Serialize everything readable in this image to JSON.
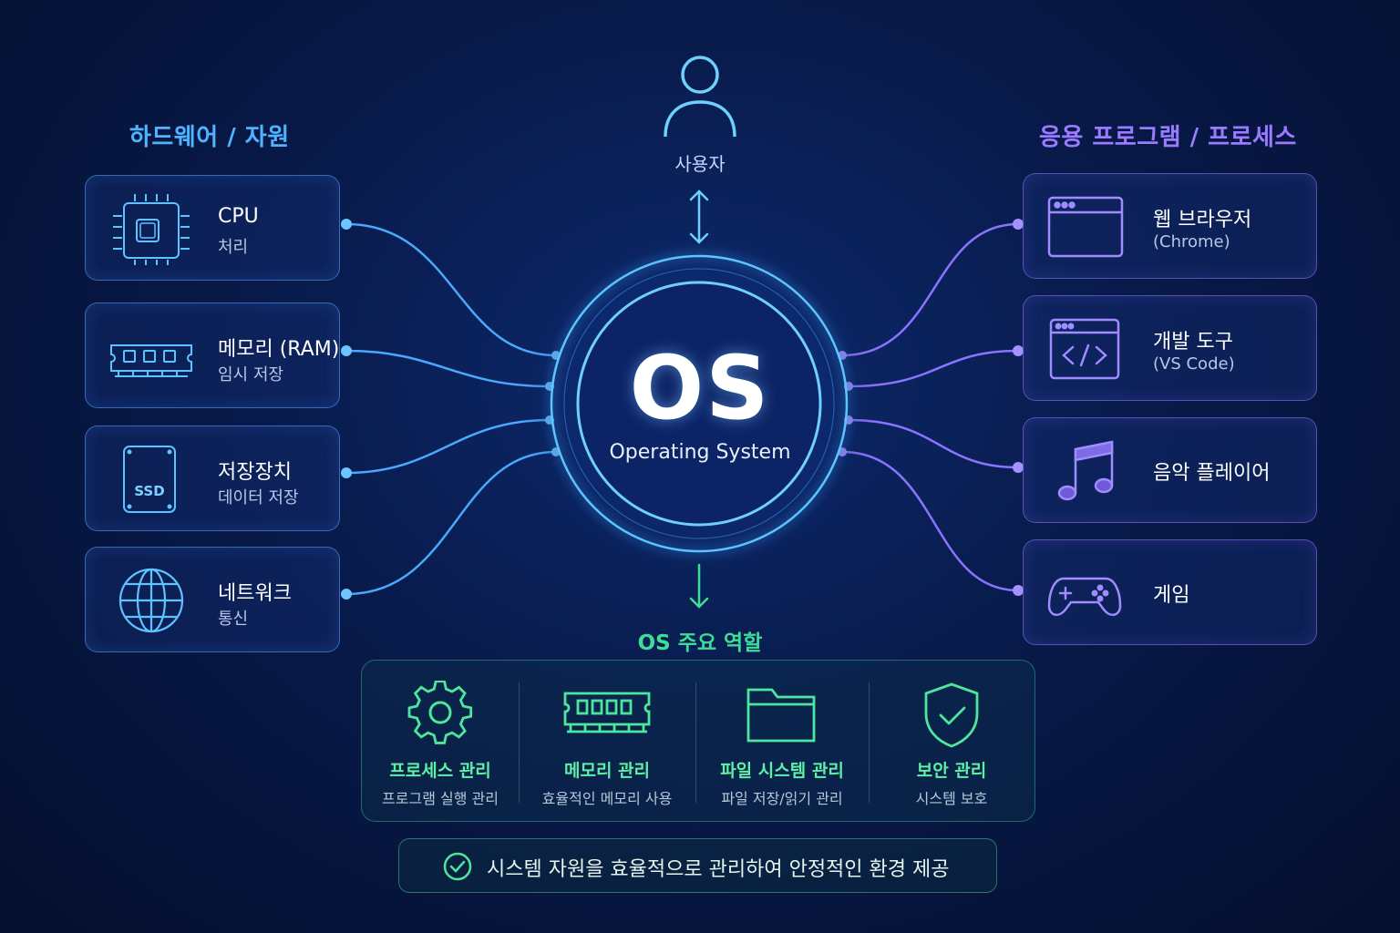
{
  "left_column": {
    "title": "하드웨어 / 자원",
    "items": [
      {
        "icon": "cpu-chip-icon",
        "title": "CPU",
        "subtitle": "처리"
      },
      {
        "icon": "memory-ram-icon",
        "title": "메모리 (RAM)",
        "subtitle": "임시 저장"
      },
      {
        "icon": "ssd-storage-icon",
        "title": "저장장치",
        "subtitle": "데이터 저장",
        "icon_text": "SSD"
      },
      {
        "icon": "globe-network-icon",
        "title": "네트워크",
        "subtitle": "통신"
      }
    ]
  },
  "right_column": {
    "title": "응용 프로그램 / 프로세스",
    "items": [
      {
        "icon": "browser-window-icon",
        "title": "웹 브라우저",
        "subtitle": "(Chrome)"
      },
      {
        "icon": "code-editor-icon",
        "title": "개발 도구",
        "subtitle": "(VS Code)"
      },
      {
        "icon": "music-note-icon",
        "title": "음악 플레이어",
        "subtitle": ""
      },
      {
        "icon": "gamepad-icon",
        "title": "게임",
        "subtitle": ""
      }
    ]
  },
  "user": {
    "icon": "user-icon",
    "label": "사용자"
  },
  "os": {
    "title": "OS",
    "subtitle": "Operating System"
  },
  "roles": {
    "title": "OS 주요 역할",
    "items": [
      {
        "icon": "gear-icon",
        "title": "프로세스 관리",
        "desc": "프로그램 실행 관리"
      },
      {
        "icon": "memory-module-icon",
        "title": "메모리 관리",
        "desc": "효율적인 메모리 사용"
      },
      {
        "icon": "folder-icon",
        "title": "파일 시스템 관리",
        "desc": "파일 저장/읽기 관리"
      },
      {
        "icon": "shield-check-icon",
        "title": "보안 관리",
        "desc": "시스템 보호"
      }
    ]
  },
  "summary": {
    "icon": "check-circle-icon",
    "text": "시스템 자원을 효율적으로 관리하여 안정적인 환경 제공"
  },
  "colors": {
    "hardware_accent": "#4fb3ff",
    "app_accent": "#9a7bff",
    "role_accent": "#3ddc97",
    "background": "#081a4a"
  }
}
